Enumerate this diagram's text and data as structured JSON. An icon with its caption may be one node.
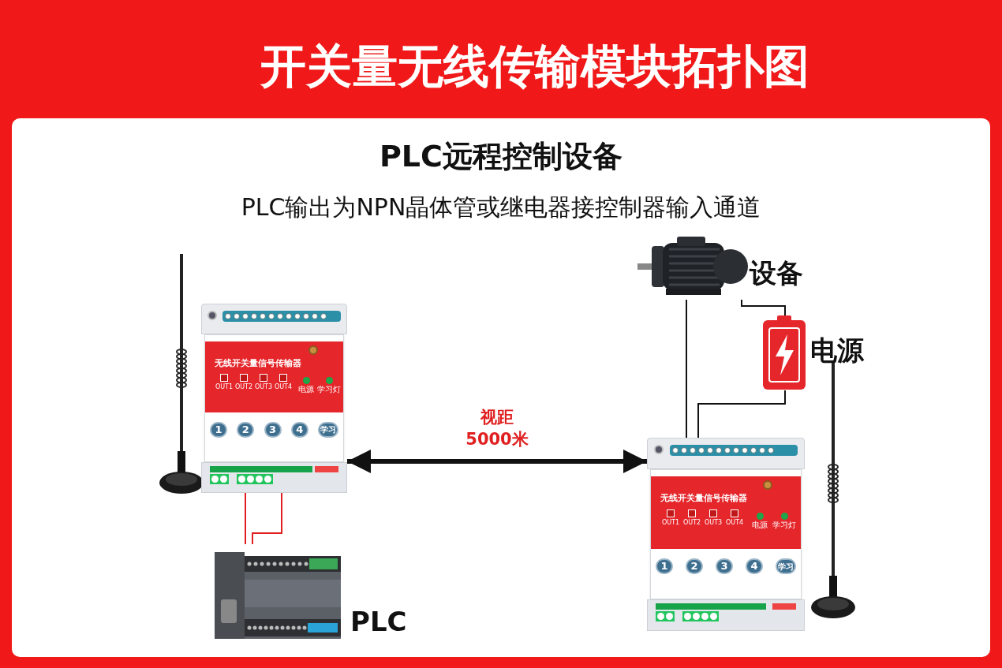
{
  "diagram": {
    "title": "开关量无线传输模块拓扑图",
    "nodes": [
      {
        "text": [
          "无线开关量信号传输器"
        ]
      },
      {
        "text": [
          "PLC"
        ]
      },
      {
        "text": [
          "设备"
        ]
      },
      {
        "text": [
          "电源"
        ]
      },
      {
        "text": [
          "无线开关量信号传输器"
        ]
      }
    ],
    "edges": [
      {
        "from": 0,
        "to": 1,
        "arrow": "none",
        "color": "#e02020"
      },
      {
        "from": 0,
        "to": 1,
        "arrow": "none",
        "color": "#e02020"
      },
      {
        "from": 0,
        "to": 4,
        "arrow": "both",
        "label": "视距 5000米",
        "style": "thick"
      },
      {
        "from": 2,
        "to": 4,
        "arrow": "none"
      },
      {
        "from": 2,
        "to": 3,
        "arrow": "none"
      },
      {
        "from": 3,
        "to": 4,
        "arrow": "none"
      }
    ],
    "labels": [
      "PLC远程控制设备",
      "PLC输出为NPN晶体管或继电器接控制器输入通道",
      "OUT1",
      "OUT2",
      "OUT3",
      "OUT4",
      "电源",
      "学习灯",
      "1",
      "2",
      "3",
      "4",
      "学习",
      "OUT1",
      "OUT2",
      "OUT3",
      "OUT4",
      "电源",
      "学习灯",
      "1",
      "2",
      "3",
      "4",
      "学习"
    ]
  }
}
